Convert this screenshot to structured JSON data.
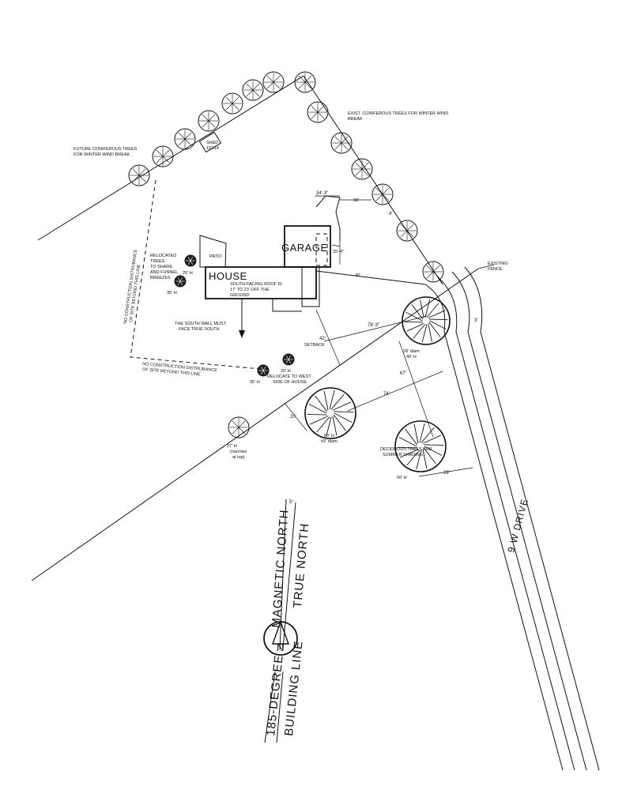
{
  "labels": {
    "garage": "GARAGE",
    "house": "HOUSE",
    "patio": "PATIO",
    "shed_line1": "SHED",
    "shed_line2": "10X14",
    "roof_line1": "SOUTH-FACING ROOF IS",
    "roof_line2": "17' TO 23' OFF THE",
    "roof_line3": "GROUND",
    "south_wall_line1": "THE SOUTH WALL MUST",
    "south_wall_line2": "FACE TRUE SOUTH",
    "setback": "SETBACK",
    "no_construction_bottom_line1": "NO CONSTRUCTION DISTRUBANCE",
    "no_construction_bottom_line2": "OF SITE BEYOND THIS LINE",
    "no_construction_left_line1": "NO CONSTRUCTION DISTRUBANCE",
    "no_construction_left_line2": "OF SITE BEYOND THIS LINE",
    "future_trees_line1": "FUTURE CONIFEROUS TREES",
    "future_trees_line2": "FOR WINTER WIND BREAK",
    "exist_trees_line1": "EXIST. CONIFEROUS TREES FOR WINTER WIND",
    "exist_trees_line2": "BREAK",
    "relocated_line1": "RELOCATED",
    "relocated_line2": "TREES",
    "relocated_line3": "TO SHADE",
    "relocated_line4": "AND FUNNEL",
    "relocated_line5": "BREEZES",
    "relocate_west_line1": "RELOCATE TO WEST",
    "relocate_west_line2": "SIDE OF HOUSE",
    "existing_fence_line1": "EXISTING",
    "existing_fence_line2": "FENCE",
    "deciduous_line1": "DECIDUOUS TREES FOR",
    "deciduous_line2": "SUMMER SHADING",
    "road": "9 W DRIVE",
    "magnetic_north": "MAGNETIC NORTH",
    "true_north": "TRUE NORTH",
    "building_line_1": "185-DEGREE",
    "building_line_2": "BUILDING LINE",
    "north_letter": "N",
    "declination": "5°"
  },
  "tree_heights": {
    "relocated_a": "25' H",
    "relocated_b": "35' H",
    "relocate_west_a": "25' H",
    "relocate_west_b": "35' H",
    "big_tree_line1": "28' diam.",
    "big_tree_line2": "40' H",
    "mid_tree_line1": "50' H",
    "mid_tree_line2": "43' diam.",
    "low_tree": "50' H",
    "small_tree_line1": "27' H",
    "small_tree_line2": "(narrows",
    "small_tree_line3": "at top)"
  },
  "dimensions": {
    "d_34_3": "34'-3\"",
    "d_78_3": "78'-3\"",
    "d_42": "42'",
    "d_67": "67'",
    "d_74": "74'",
    "d_20": "20'",
    "d_29": "29'",
    "d_3": "3'",
    "d_4": "4'",
    "d_30": "30'",
    "d_25_4": "25'-4\"",
    "d_40": "40'"
  }
}
